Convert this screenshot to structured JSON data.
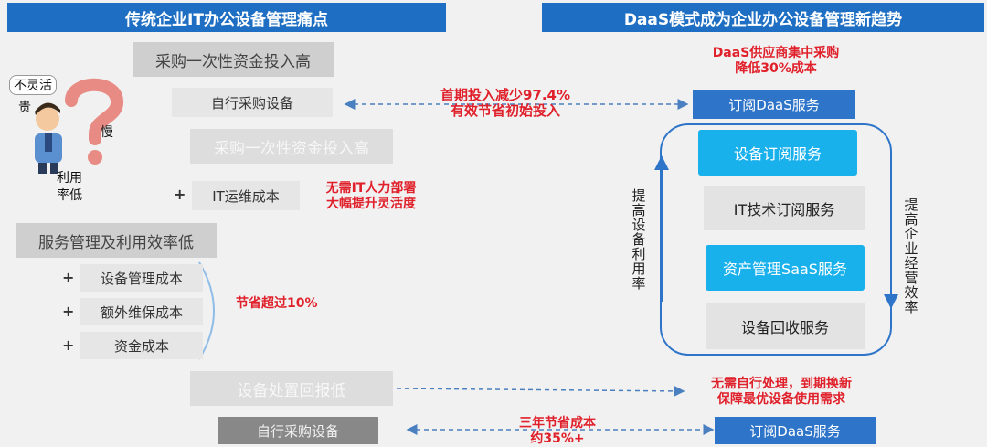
{
  "left_header": "传统企业IT办公设备管理痛点",
  "right_header": "DaaS模式成为企业办公设备管理新趋势",
  "left": {
    "pain1": "采购一次性资金投入高",
    "self_purchase1": "自行采购设备",
    "pain1b": "采购一次性资金投入高",
    "it_ops": "IT运维成本",
    "service_low": "服务管理及利用效率低",
    "cost1": "设备管理成本",
    "cost2": "额外维保成本",
    "cost3": "资金成本",
    "disposal_low": "设备处置回报低",
    "self_purchase2": "自行采购设备",
    "plus": "+"
  },
  "figure": {
    "inflexible": "不灵活",
    "expensive": "贵",
    "slow": "慢",
    "low_usage_1": "利用",
    "low_usage_2": "率低"
  },
  "notes": {
    "central_purchase_1": "DaaS供应商集中采购",
    "central_purchase_2": "降低30%成本",
    "initial_1": "首期投入减少97.4%",
    "initial_2": "有效节省初始投入",
    "no_it_1": "无需IT人力部署",
    "no_it_2": "大幅提升灵活度",
    "save10": "节省超过10%",
    "no_process_1": "无需自行处理，到期换新",
    "no_process_2": "保障最优设备使用需求",
    "three_year_1": "三年节省成本",
    "three_year_2": "约35%+"
  },
  "right": {
    "subscribe1": "订阅DaaS服务",
    "svc1": "设备订阅服务",
    "svc2": "IT技术订阅服务",
    "svc3": "资产管理SaaS服务",
    "svc4": "设备回收服务",
    "left_vertical": "提高设备利用率",
    "right_vertical": "提高企业经营效率",
    "subscribe2": "订阅DaaS服务"
  },
  "colors": {
    "header_blue": "#1e6fc3",
    "accent_cyan": "#19b1ec",
    "note_red": "#e0202a"
  }
}
